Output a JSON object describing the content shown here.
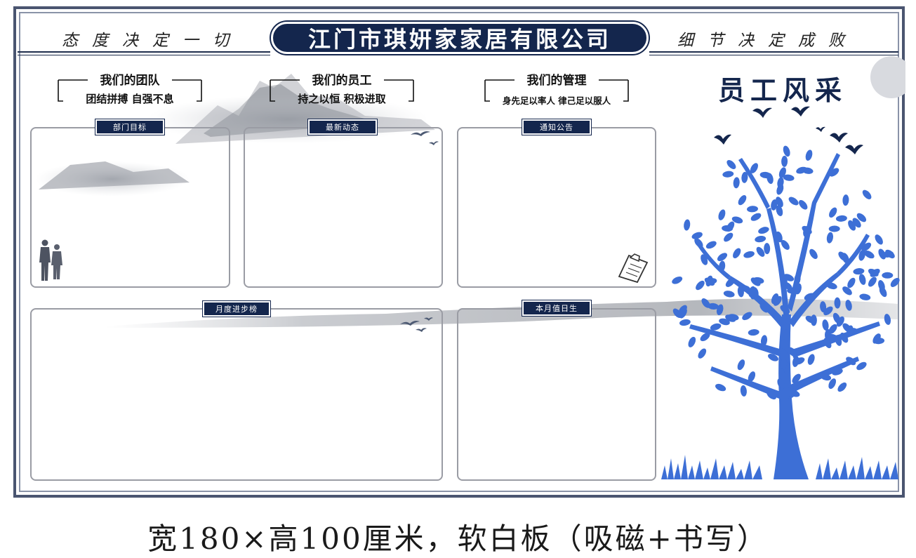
{
  "header": {
    "left_slogan": "态度决定一切",
    "company": "江门市琪妍家家居有限公司",
    "right_slogan": "细节决定成败"
  },
  "sections": [
    {
      "title": "我们的团队",
      "subtitle": "团结拼搏 自强不息"
    },
    {
      "title": "我们的员工",
      "subtitle": "持之以恒 积极进取"
    },
    {
      "title": "我们的管理",
      "subtitle": "身先足以率人 律己足以服人"
    }
  ],
  "panels": {
    "dept_goals": "部门目标",
    "latest_news": "最新动态",
    "notices": "通知公告",
    "monthly_ranking": "月度进步榜",
    "duty_of_month": "本月值日生"
  },
  "tree_title": "员工风采",
  "caption": "宽180×高100厘米，软白板（吸磁+书写）",
  "colors": {
    "navy": "#14264d",
    "tree_blue": "#3d6fd6",
    "panel_border": "#9a9ca4"
  },
  "icons": [
    "people-silhouette-icon",
    "clipboard-icon",
    "birds-icon",
    "tree-icon",
    "ink-mountain-icon"
  ]
}
